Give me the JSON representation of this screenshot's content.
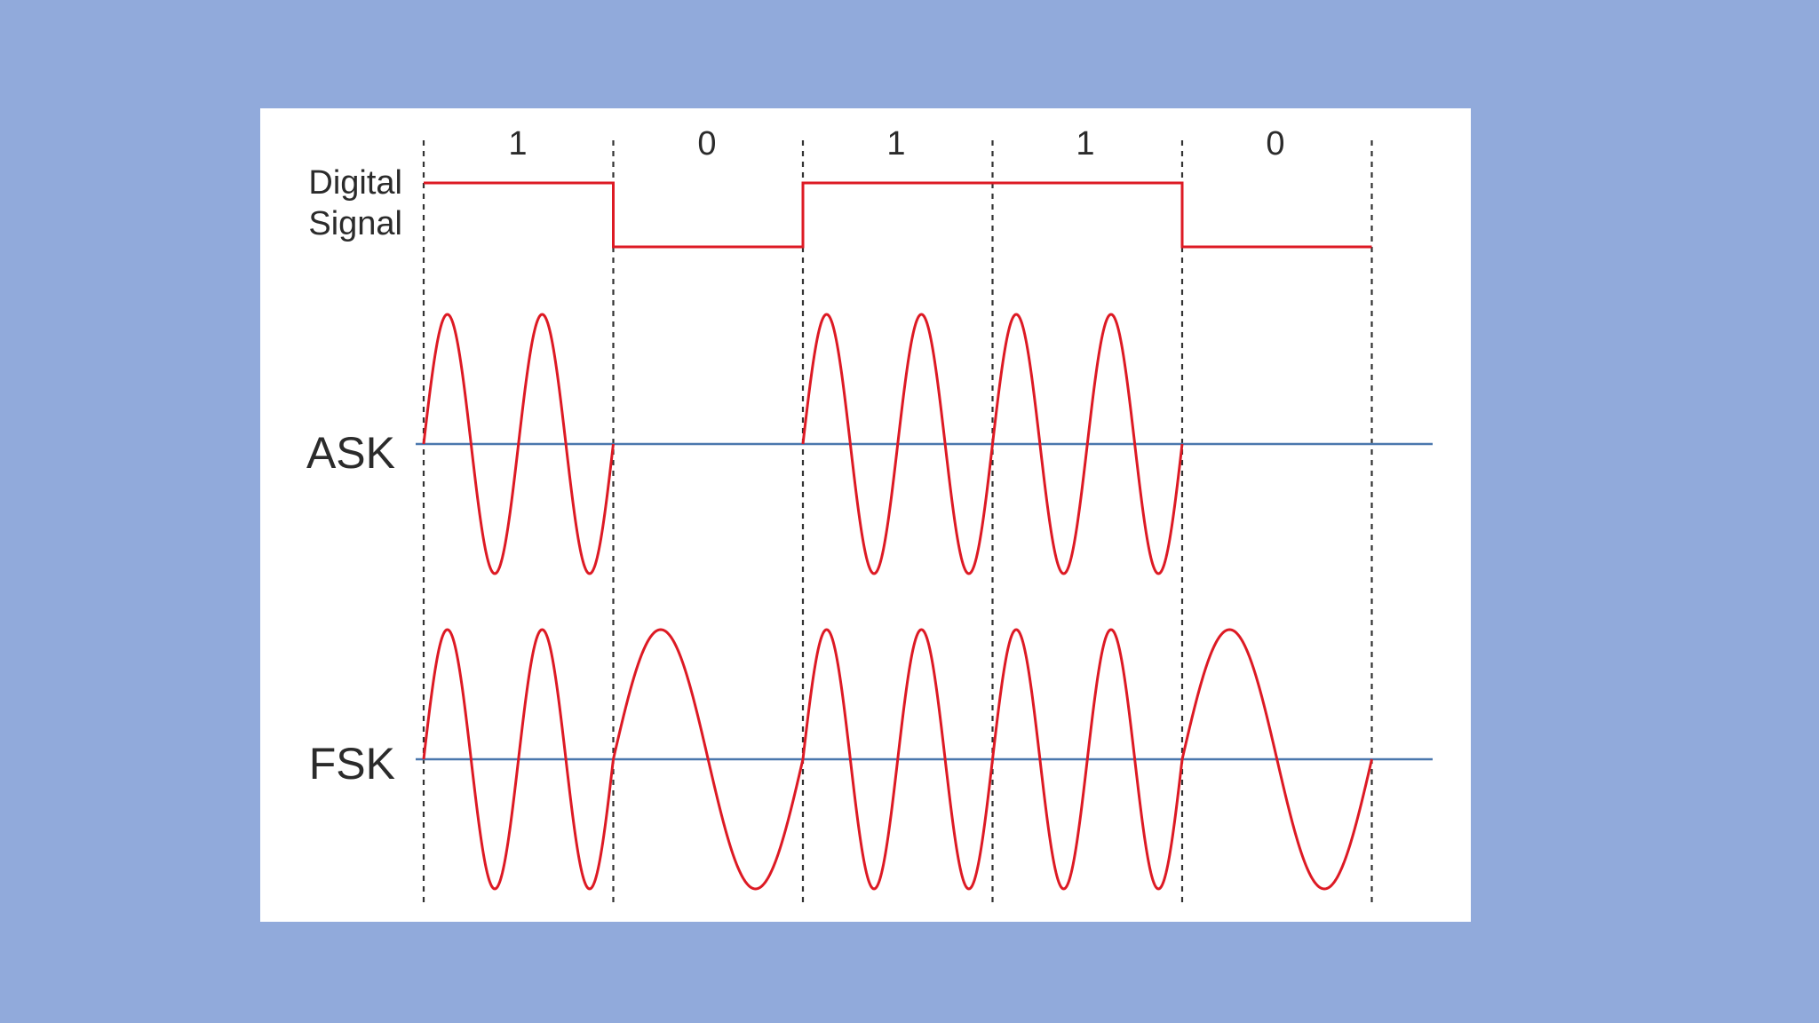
{
  "diagram": {
    "bits": [
      "1",
      "0",
      "1",
      "1",
      "0"
    ],
    "rows": {
      "digital": {
        "label_line1": "Digital",
        "label_line2": "Signal"
      },
      "ask": {
        "label": "ASK"
      },
      "fsk": {
        "label": "FSK"
      }
    },
    "colors": {
      "background": "#91aadb",
      "panel": "#ffffff",
      "signal": "#dd1a24",
      "baseline": "#4a77ad",
      "divider": "#333333",
      "text": "#2b2b2b"
    },
    "modulation": {
      "ask_cycles_per_bit_one": 2,
      "fsk_cycles_per_bit_one": 2,
      "fsk_cycles_per_bit_zero": 1
    }
  }
}
